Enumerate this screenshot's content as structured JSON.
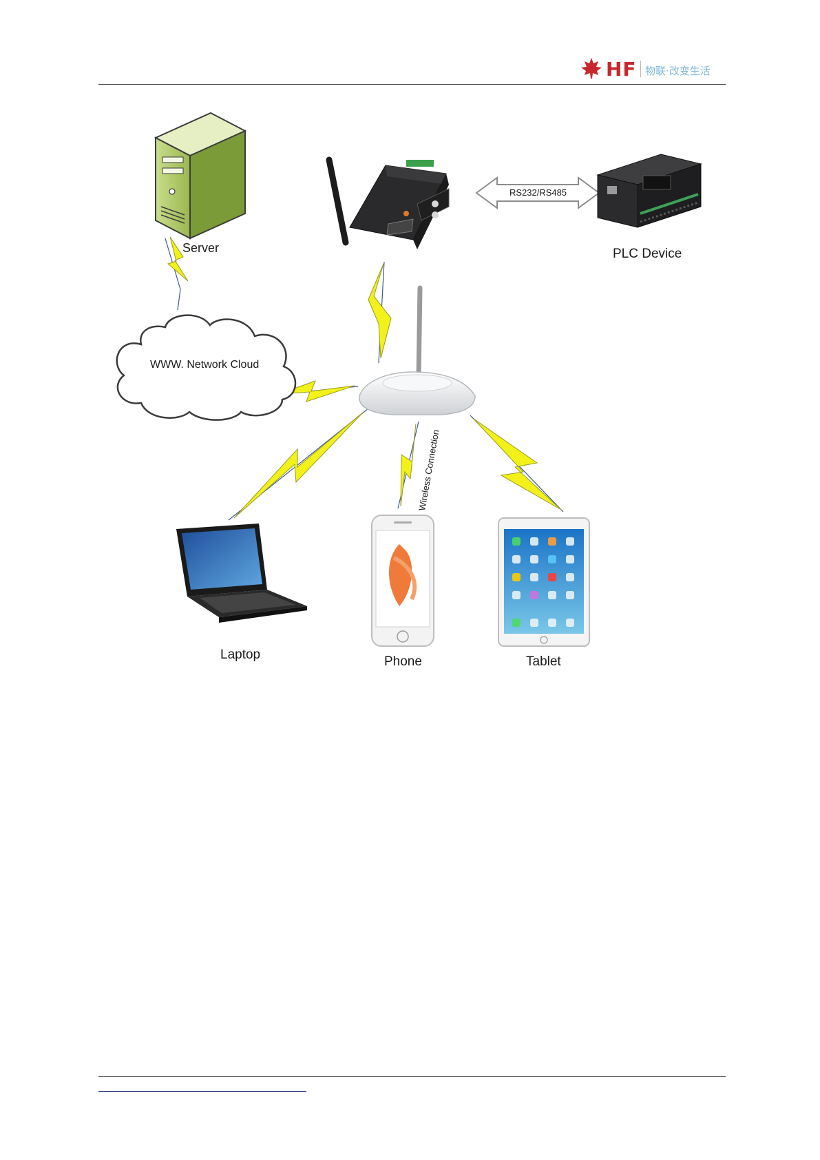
{
  "header": {
    "brand": "HF",
    "slogan": "物联·改变生活"
  },
  "diagram": {
    "server_label": "Server",
    "plc_label": "PLC Device",
    "serial_link_label": "RS232/RS485",
    "cloud_label": "WWW. Network Cloud",
    "wireless_label": "Wireless Connection",
    "laptop_label": "Laptop",
    "phone_label": "Phone",
    "tablet_label": "Tablet"
  },
  "colors": {
    "brand_red": "#c8282d",
    "slogan_blue": "#7fb9d8",
    "bolt_yellow": "#f2f21a",
    "server_green": "#a3bf5a"
  }
}
